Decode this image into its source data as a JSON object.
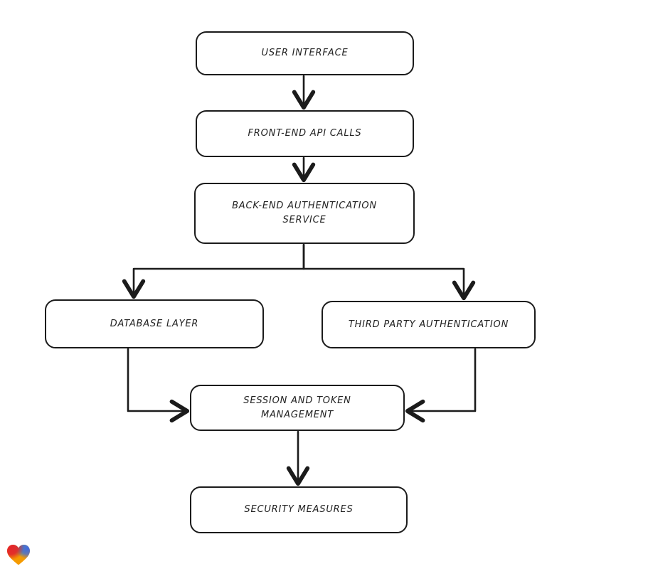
{
  "diagram": {
    "nodes": [
      {
        "id": "user-interface",
        "label": "USER INTERFACE"
      },
      {
        "id": "front-end-api-calls",
        "label": "FRONT-END API CALLS"
      },
      {
        "id": "back-end-authentication-service",
        "label": "BACK-END AUTHENTICATION SERVICE"
      },
      {
        "id": "database-layer",
        "label": "DATABASE LAYER"
      },
      {
        "id": "third-party-authentication",
        "label": "THIRD PARTY AUTHENTICATION"
      },
      {
        "id": "session-and-token-management",
        "label": "SESSION AND TOKEN MANAGEMENT"
      },
      {
        "id": "security-measures",
        "label": "SECURITY MEASURES"
      }
    ],
    "edges": [
      {
        "from": "user-interface",
        "to": "front-end-api-calls"
      },
      {
        "from": "front-end-api-calls",
        "to": "back-end-authentication-service"
      },
      {
        "from": "back-end-authentication-service",
        "to": "database-layer"
      },
      {
        "from": "back-end-authentication-service",
        "to": "third-party-authentication"
      },
      {
        "from": "database-layer",
        "to": "session-and-token-management"
      },
      {
        "from": "third-party-authentication",
        "to": "session-and-token-management"
      },
      {
        "from": "session-and-token-management",
        "to": "security-measures"
      }
    ],
    "style": {
      "background": "#ffffff",
      "node_fill": "#ffffff",
      "node_border": "#1b1b1b",
      "connector_color": "#1b1b1b"
    },
    "logo": {
      "icon": "heart-gradient-logo",
      "colors": {
        "red": "#e3242b",
        "teal": "#1db5a6",
        "blue": "#3f6be0",
        "orange": "#f59b00"
      }
    }
  }
}
